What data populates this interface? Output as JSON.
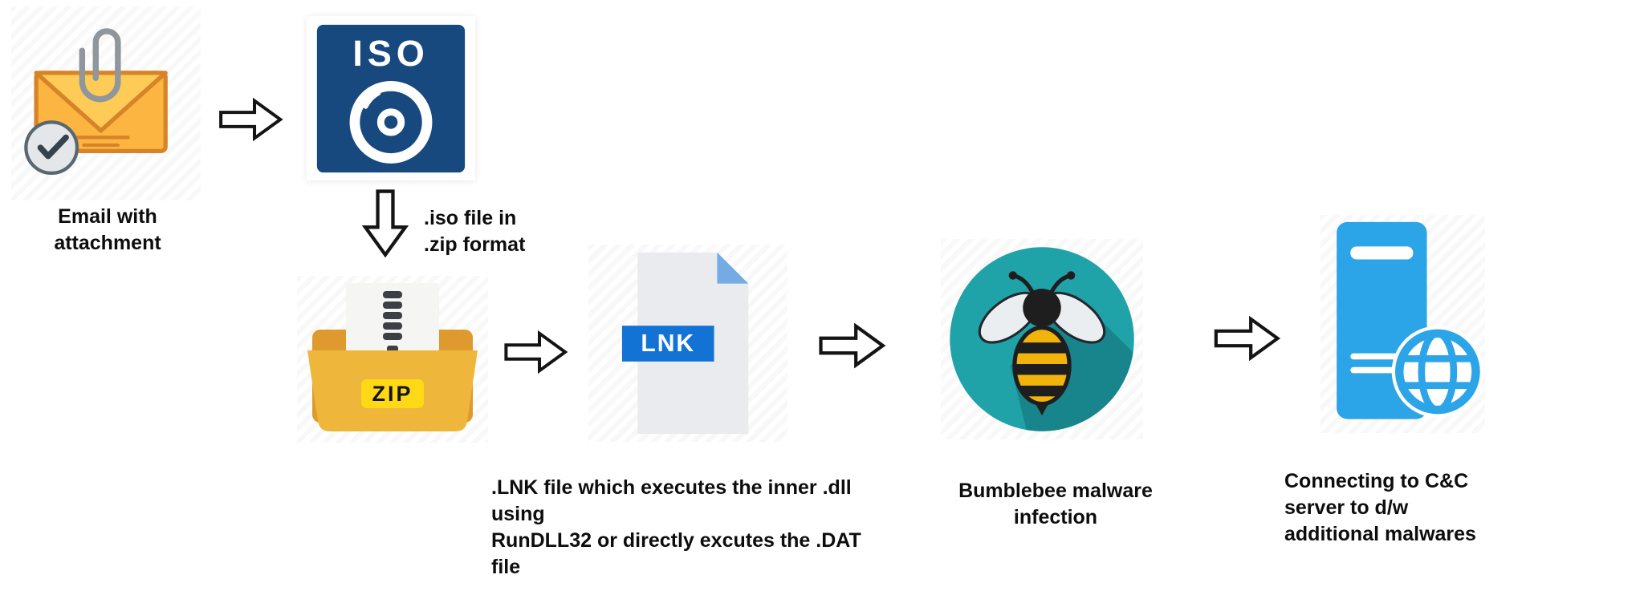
{
  "colors": {
    "iso_navy": "#17497E",
    "zip_gold": "#EFB63C",
    "zip_gold_dark": "#DF9A2E",
    "zip_badge_yellow": "#FFD915",
    "lnk_blue": "#1273D4",
    "lnk_gray": "#E9EBEE",
    "lnk_fold_blue": "#74ABE2",
    "bee_teal": "#1FA2A8",
    "bee_teal_shadow": "#17858B",
    "bee_yellow": "#F2B30A",
    "server_blue": "#2BA4E8",
    "envelope_yellow": "#FBB540",
    "envelope_outline": "#D78428"
  },
  "icons": {
    "email": "email-attachment-icon",
    "iso": "iso-file-icon",
    "zip": "zip-archive-icon",
    "lnk": "lnk-file-icon",
    "bumblebee": "bumblebee-icon",
    "server": "cc-server-icon",
    "arrow": "flow-arrow-icon"
  },
  "steps": {
    "email": {
      "caption": "Email with attachment"
    },
    "iso": {
      "icon_text": "ISO",
      "note_line1": ".iso file in",
      "note_line2": ".zip format"
    },
    "zip": {
      "icon_text": "ZIP"
    },
    "lnk": {
      "icon_text": "LNK",
      "caption_line1": ".LNK file which executes the inner .dll using",
      "caption_line2": "RunDLL32 or directly excutes the .DAT file"
    },
    "bumblebee": {
      "caption": "Bumblebee malware infection"
    },
    "server": {
      "caption_line1": "Connecting to C&C server to d/w",
      "caption_line2": "additional malwares"
    }
  }
}
